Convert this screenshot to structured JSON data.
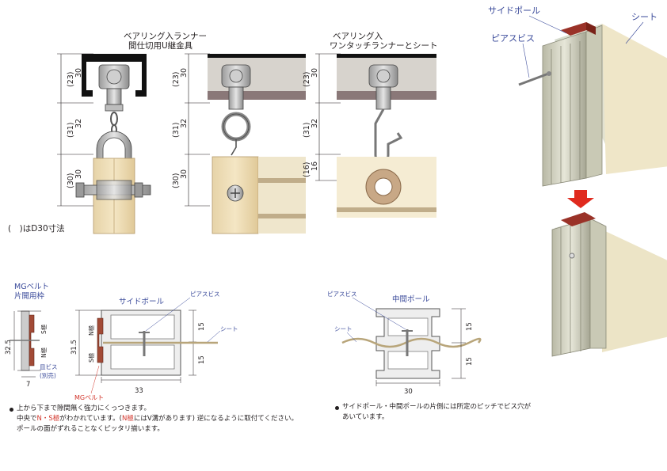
{
  "top_diagrams": {
    "runner_u_title_1": "ベアリング入ランナー",
    "runner_u_title_2": "間仕切用U継金具",
    "runner_sheet_title_1": "ベアリング入",
    "runner_sheet_title_2": "ワンタッチランナーとシート",
    "dims_a": [
      {
        "paren": "(23)",
        "val": "30"
      },
      {
        "paren": "(31)",
        "val": "32"
      },
      {
        "paren": "(30)",
        "val": "30"
      }
    ],
    "dims_b": [
      {
        "paren": "(23)",
        "val": "30"
      },
      {
        "paren": "(31)",
        "val": "32"
      },
      {
        "paren": "(30)",
        "val": "30"
      }
    ],
    "dims_c": [
      {
        "paren": "(23)",
        "val": "30"
      },
      {
        "paren": "(31)",
        "val": "32"
      },
      {
        "paren": "(16)",
        "val": "16"
      }
    ],
    "d30_note": "(　)はD30寸法"
  },
  "right_pole": {
    "side_pole_label": "サイドポール",
    "sheet_label": "シート",
    "pierce_screw_label": "ピアスビス"
  },
  "bottom_left": {
    "mg_belt_title_1": "MGベルト",
    "mg_belt_title_2": "片開用枠",
    "dim_32_5": "32.5",
    "dim_7": "7",
    "s_pole": "S極",
    "n_pole": "N極",
    "screw_note_1": "皿ビス",
    "screw_note_2": "(別売)",
    "side_pole_label": "サイドポール",
    "pierce_screw_label": "ピアスビス",
    "sheet_label": "シート",
    "dim_31_5": "31.5",
    "dim_15a": "15",
    "dim_15b": "15",
    "dim_33": "33",
    "mg_belt_label": "MGベルト",
    "note_line1": "上から下まで隙間無く強力にくっつきます。",
    "note_line2_a": "中央で",
    "note_line2_red1": "N・S極",
    "note_line2_b": "がわかれています。(",
    "note_line2_red2": "N極",
    "note_line2_c": "にはV溝があります) 逆になるように取付てください。",
    "note_line3": "ポールの面がずれることなくピッタリ揃います。"
  },
  "bottom_right": {
    "pierce_screw_label": "ピアスビス",
    "middle_pole_label": "中間ポール",
    "sheet_label": "シート",
    "dim_15a": "15",
    "dim_15b": "15",
    "dim_30": "30",
    "note_line1": "サイドポール・中間ポールの片側には所定のピッチでビス穴が",
    "note_line2": "あいています。"
  }
}
